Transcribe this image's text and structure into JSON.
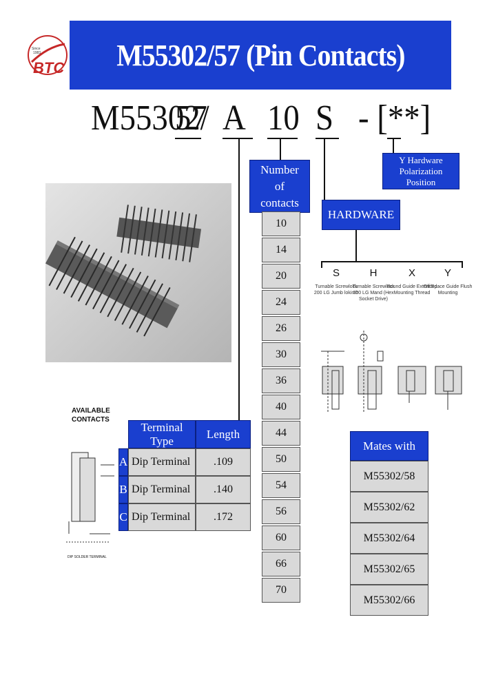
{
  "header": {
    "title": "M55302/57   (Pin Contacts)"
  },
  "logo": {
    "initials": "BTC"
  },
  "part_number": {
    "base": "M55302/",
    "series": "57",
    "terminal_code": "A",
    "contacts_code": "10",
    "hardware_code": "S",
    "polarization_code": "- [**]"
  },
  "polarization_box": {
    "label": "Y Hardware Polarization Position"
  },
  "contacts_header": {
    "label": "Number of contacts"
  },
  "contacts": [
    "10",
    "14",
    "20",
    "24",
    "26",
    "30",
    "36",
    "40",
    "44",
    "50",
    "54",
    "56",
    "60",
    "66",
    "70"
  ],
  "hardware": {
    "label": "HARDWARE",
    "options": [
      {
        "letter": "S",
        "desc": "Turnable Screwlock 200 LG Jumb lokimb"
      },
      {
        "letter": "H",
        "desc": "Turnable Screwlock 200 LG Mand (Hex Socket Drive)"
      },
      {
        "letter": "X",
        "desc": "Round Guide Extended Mounting Thread"
      },
      {
        "letter": "Y",
        "desc": "Off Space Guide Flush Mounting"
      }
    ]
  },
  "available_contacts": {
    "label": "AVAILABLE CONTACTS",
    "diagram_caption": "DIP SOLDER TERMINAL"
  },
  "terminal_table": {
    "headers": {
      "type": "Terminal Type",
      "length": "Length"
    },
    "rows": [
      {
        "letter": "A",
        "type": "Dip Terminal",
        "length": ".109"
      },
      {
        "letter": "B",
        "type": "Dip Terminal",
        "length": ".140"
      },
      {
        "letter": "C",
        "type": "Dip Terminal",
        "length": ".172"
      }
    ]
  },
  "mates": {
    "label": "Mates with",
    "items": [
      "M55302/58",
      "M55302/62",
      "M55302/64",
      "M55302/65",
      "M55302/66"
    ]
  }
}
